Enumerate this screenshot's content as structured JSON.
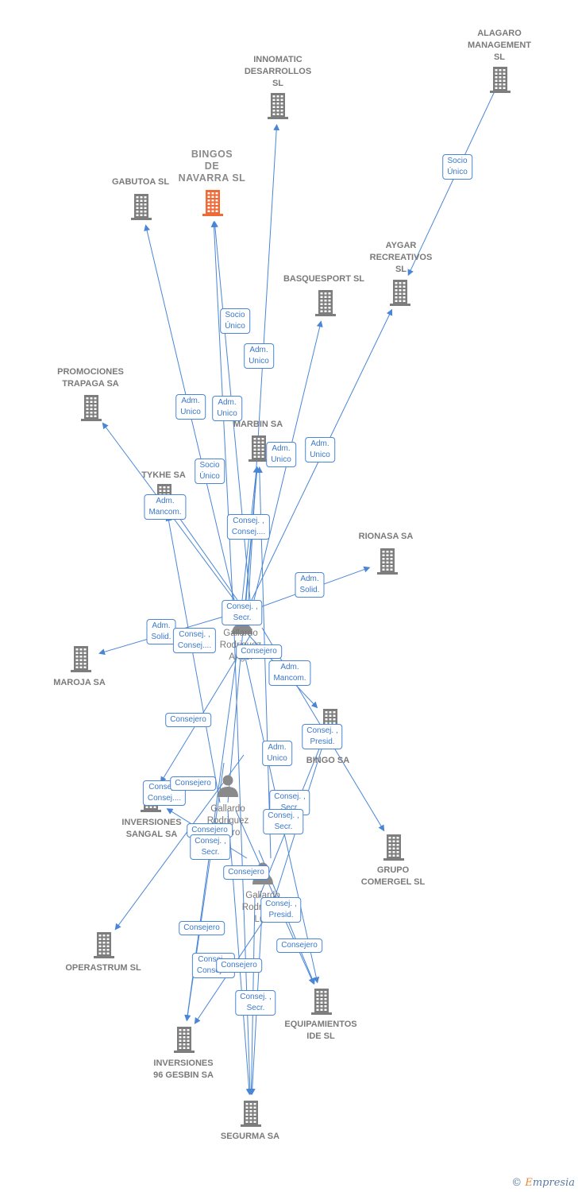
{
  "colors": {
    "edge": "#4a86d6",
    "company": "#7d7d7d",
    "focus": "#f06a35",
    "person": "#8a8a8a"
  },
  "nodes": [
    {
      "id": "alagaro",
      "label": "ALAGARO\nMANAGEMENT\nSL",
      "type": "company"
    },
    {
      "id": "innomatic",
      "label": "INNOMATIC\nDESARROLLOS\nSL",
      "type": "company"
    },
    {
      "id": "bingos",
      "label": "BINGOS\nDE\nNAVARRA  SL",
      "type": "focus"
    },
    {
      "id": "gabutoa",
      "label": "GABUTOA SL",
      "type": "company"
    },
    {
      "id": "aygar",
      "label": "AYGAR\nRECREATIVOS\nSL",
      "type": "company"
    },
    {
      "id": "basquesport",
      "label": "BASQUESPORT SL",
      "type": "company"
    },
    {
      "id": "promociones",
      "label": "PROMOCIONES\nTRAPAGA SA",
      "type": "company"
    },
    {
      "id": "marbin",
      "label": "MARBIN SA",
      "type": "company"
    },
    {
      "id": "tykhe",
      "label": "TYKHE SA",
      "type": "company"
    },
    {
      "id": "rionasa",
      "label": "RIONASA SA",
      "type": "company"
    },
    {
      "id": "maroja",
      "label": "MAROJA SA",
      "type": "company"
    },
    {
      "id": "bingo",
      "label": "BINGO SA",
      "type": "company"
    },
    {
      "id": "inversiones_sangal",
      "label": "INVERSIONES\nSANGAL SA",
      "type": "company"
    },
    {
      "id": "comergel",
      "label": "GRUPO\nCOMERGEL SL",
      "type": "company"
    },
    {
      "id": "operastrum",
      "label": "OPERASTRUM SL",
      "type": "company"
    },
    {
      "id": "equipamientos",
      "label": "EQUIPAMIENTOS\nIDE SL",
      "type": "company"
    },
    {
      "id": "gesbin",
      "label": "INVERSIONES\n96 GESBIN SA",
      "type": "company"
    },
    {
      "id": "segurma",
      "label": "SEGURMA SA",
      "type": "company"
    },
    {
      "id": "p_angel",
      "label": "Gallardo\nRodriguez\nAngel",
      "type": "person"
    },
    {
      "id": "p_mid",
      "label": "Gallardo\nRodriguez\nPedro",
      "type": "person"
    },
    {
      "id": "p_luis",
      "label": "Gallardo\nRodriguez\nLuis",
      "type": "person"
    }
  ],
  "edges": [
    {
      "from": "alagaro",
      "to": "aygar",
      "label": "Socio\nÚnico"
    },
    {
      "from": "p_angel",
      "to": "bingos",
      "label": "Socio\nÚnico"
    },
    {
      "from": "p_angel",
      "to": "bingos",
      "label": "Adm.\nUnico"
    },
    {
      "from": "p_angel",
      "to": "gabutoa",
      "label": "Adm.\nUnico"
    },
    {
      "from": "p_angel",
      "to": "innomatic",
      "label": "Adm.\nUnico"
    },
    {
      "from": "p_angel",
      "to": "marbin",
      "label": "Adm.\nUnico"
    },
    {
      "from": "p_angel",
      "to": "aygar",
      "label": "Adm.\nUnico"
    },
    {
      "from": "p_angel",
      "to": "basquesport",
      "label": ""
    },
    {
      "from": "p_angel",
      "to": "tykhe",
      "label": "Socio\nÚnico"
    },
    {
      "from": "p_angel",
      "to": "promociones",
      "label": "Adm.\nMancom."
    },
    {
      "from": "p_angel",
      "to": "marbin",
      "label": "Consej. ,\nConsej...."
    },
    {
      "from": "p_angel",
      "to": "rionasa",
      "label": "Adm.\nSolid."
    },
    {
      "from": "p_angel",
      "to": "maroja",
      "label": "Adm.\nSolid."
    },
    {
      "from": "p_angel",
      "to": "bingo",
      "label": "Consej. ,\nConsej...."
    },
    {
      "from": "p_angel",
      "to": "comergel",
      "label": "Adm.\nMancom."
    },
    {
      "from": "p_angel",
      "to": "inversiones_sangal",
      "label": "Consej. ,\nPresid."
    },
    {
      "from": "p_angel",
      "to": "segurma",
      "label": "Consejero"
    },
    {
      "from": "p_angel",
      "to": "equipamientos",
      "label": "Consejero"
    },
    {
      "from": "p_angel",
      "to": "gesbin",
      "label": "Consej. ,\nSecr."
    },
    {
      "from": "p_mid",
      "to": "marbin",
      "label": "Consej. ,\nSecr."
    },
    {
      "from": "p_mid",
      "to": "operastrum",
      "label": "Adm.\nUnico"
    },
    {
      "from": "p_mid",
      "to": "tykhe",
      "label": "Consej. ,\nConsej...."
    },
    {
      "from": "p_mid",
      "to": "gesbin",
      "label": "Consejero"
    },
    {
      "from": "p_mid",
      "to": "segurma",
      "label": "Consejero"
    },
    {
      "from": "p_mid",
      "to": "equipamientos",
      "label": "Consej. ,\nSecr."
    },
    {
      "from": "p_luis",
      "to": "bingo",
      "label": "Consej. ,\nPresid."
    },
    {
      "from": "p_luis",
      "to": "marbin",
      "label": "Consej. ,\nSecr."
    },
    {
      "from": "p_luis",
      "to": "equipamientos",
      "label": "Consejero"
    },
    {
      "from": "p_luis",
      "to": "gesbin",
      "label": "Consejero"
    },
    {
      "from": "p_luis",
      "to": "segurma",
      "label": "Consej. ,\nConsej...."
    },
    {
      "from": "p_luis",
      "to": "bingo",
      "label": "Consejero"
    },
    {
      "from": "p_luis",
      "to": "inversiones_sangal",
      "label": "Consej. ,\nSecr."
    },
    {
      "from": "p_luis",
      "to": "segurma",
      "label": "Consejero"
    }
  ],
  "footer": {
    "copyright": "©",
    "brand_first": "E",
    "brand_rest": "mpresia"
  }
}
